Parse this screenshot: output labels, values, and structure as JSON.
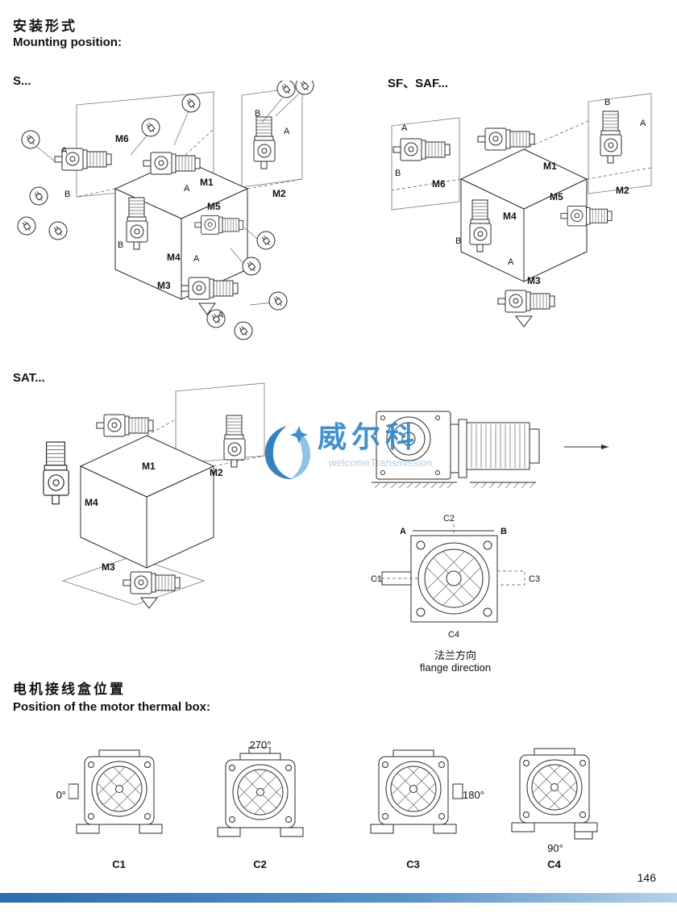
{
  "page": {
    "title_zh": "安装形式",
    "title_en": "Mounting position:",
    "number": "146"
  },
  "labels": {
    "a": "A",
    "b": "B"
  },
  "sections": {
    "s": {
      "label": "S...",
      "m1": "M1",
      "m2": "M2",
      "m3": "M3",
      "m4": "M4",
      "m5": "M5",
      "m6": "M6"
    },
    "sf": {
      "label": "SF、SAF...",
      "m1": "M1",
      "m2": "M2",
      "m3": "M3",
      "m4": "M4",
      "m5": "M5",
      "m6": "M6"
    },
    "sat": {
      "label": "SAT...",
      "m1": "M1",
      "m2": "M2",
      "m3": "M3",
      "m4": "M4"
    }
  },
  "flange": {
    "c1": "C1",
    "c2": "C2",
    "c3": "C3",
    "c4": "C4",
    "caption_zh": "法兰方向",
    "caption_en": "flange direction"
  },
  "thermal": {
    "title_zh": "电机接线盒位置",
    "title_en": "Position of the motor thermal box:",
    "positions": [
      {
        "angle": "0°",
        "label": "C1"
      },
      {
        "angle": "270°",
        "label": "C2"
      },
      {
        "angle": "180°",
        "label": "C3"
      },
      {
        "angle": "90°",
        "label": "C4"
      }
    ]
  },
  "watermark": {
    "brand": "威尔科",
    "subtitle": "welcomeTransmission"
  }
}
